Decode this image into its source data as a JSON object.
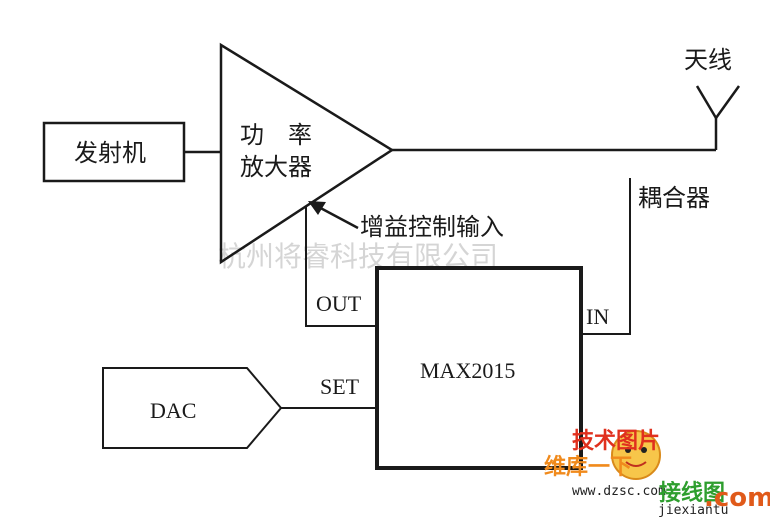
{
  "diagram": {
    "blocks": {
      "transmitter": "发射机",
      "pa_line1": "功　率",
      "pa_line2": "放大器",
      "antenna": "天线",
      "coupler": "耦合器",
      "gain_control": "增益控制输入",
      "chip": "MAX2015",
      "pin_out": "OUT",
      "pin_in": "IN",
      "pin_set": "SET",
      "dac": "DAC"
    },
    "watermark": "杭州将睿科技有限公司",
    "logo": {
      "line1": "技术图片",
      "line2": "维库一下",
      "url": "www.dzsc.com",
      "brand_cn": "接线图",
      "brand_url": "jiexiantu",
      "brand_com": ".com"
    },
    "colors": {
      "line": "#1a1a1a",
      "logo_red": "#e0301e",
      "logo_orange": "#f08a1c",
      "logo_green": "#2e9e2e"
    }
  }
}
